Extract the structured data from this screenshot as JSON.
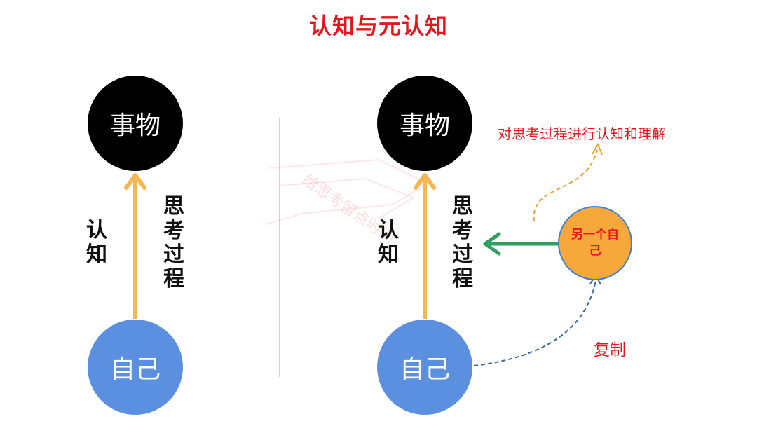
{
  "title": "认知与元认知",
  "left": {
    "top_node": "事物",
    "bottom_node": "自己",
    "left_label": "认知",
    "right_label": "思考过程"
  },
  "right": {
    "top_node": "事物",
    "bottom_node": "自己",
    "left_label": "认知",
    "right_label": "思考过程",
    "other_self": "另一个自己",
    "copy_label": "复制",
    "annotation": "对思考过程进行认知和理解"
  },
  "watermark": "给思考留点时间",
  "colors": {
    "title": "#e8141b",
    "arrow_up": "#f7b750",
    "arrow_green": "#2e9e5f",
    "dashed_orange": "#f0a030",
    "dashed_blue": "#3a66a8",
    "node_black": "#000000",
    "node_blue": "#5b8fe0",
    "node_orange": "#f6a83b"
  }
}
